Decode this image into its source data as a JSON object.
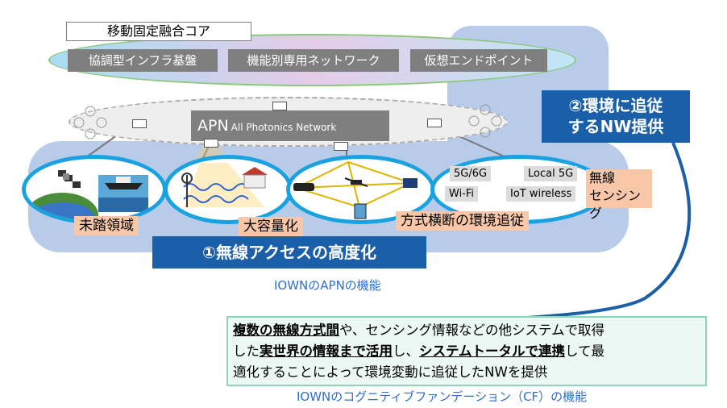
{
  "core": {
    "title": "移動固定融合コア",
    "services": [
      "協調型インフラ基盤",
      "機能別専用ネットワーク",
      "仮想エンドポイント"
    ]
  },
  "apn": {
    "name": "APN",
    "full": "All Photonics Network"
  },
  "wireless_types": [
    "5G/6G",
    "Local 5G",
    "Wi-Fi",
    "IoT wireless"
  ],
  "labels": {
    "unexplored": "未踏領域",
    "capacity": "大容量化",
    "cross_method": "方式横断の環境追従",
    "wireless_sensing_1": "無線",
    "wireless_sensing_2": "センシング"
  },
  "banner1": "①無線アクセスの高度化",
  "caption1": "IOWNのAPNの機能",
  "banner2": {
    "line1": "②環境に追従",
    "line2": "するNW提供"
  },
  "description": {
    "line1_b1": "複数の無線方式間",
    "line1_t1": "や、センシング情報などの他システムで取得",
    "line2_t1": "した",
    "line2_b1": "実世界の情報まで活用",
    "line2_t2": "し、",
    "line2_b2": "システムトータルで連携",
    "line2_t3": "して最",
    "line3_t1": "適化することによって環境変動に追従したNWを提供"
  },
  "caption2": "IOWNのコグニティブファンデーション（CF）の機能",
  "colors": {
    "banner": "#1b5fa9",
    "circle": "#1aa2e0",
    "label": "#f7c7a8",
    "caption": "#2e6fcc"
  }
}
